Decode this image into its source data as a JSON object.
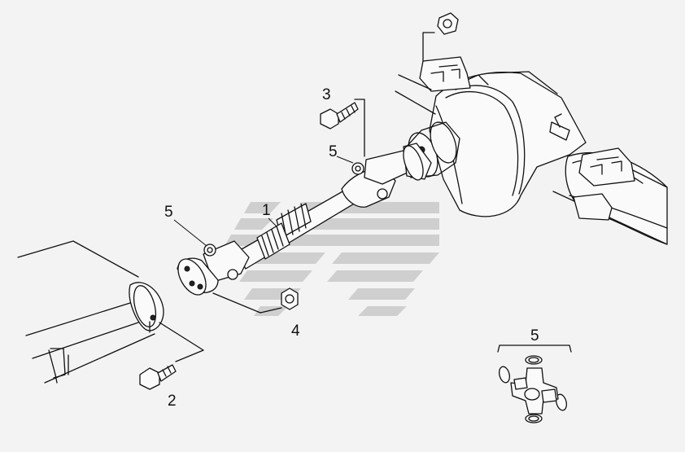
{
  "callouts": {
    "drive_shaft": "1",
    "bolt_lower": "2",
    "bolt_upper": "3",
    "nut": "4",
    "joint_left": "5",
    "joint_right": "5",
    "kit": "5"
  },
  "colors": {
    "background": "#f3f3f3",
    "line": "#111111",
    "watermark": "#cfcfcf"
  }
}
